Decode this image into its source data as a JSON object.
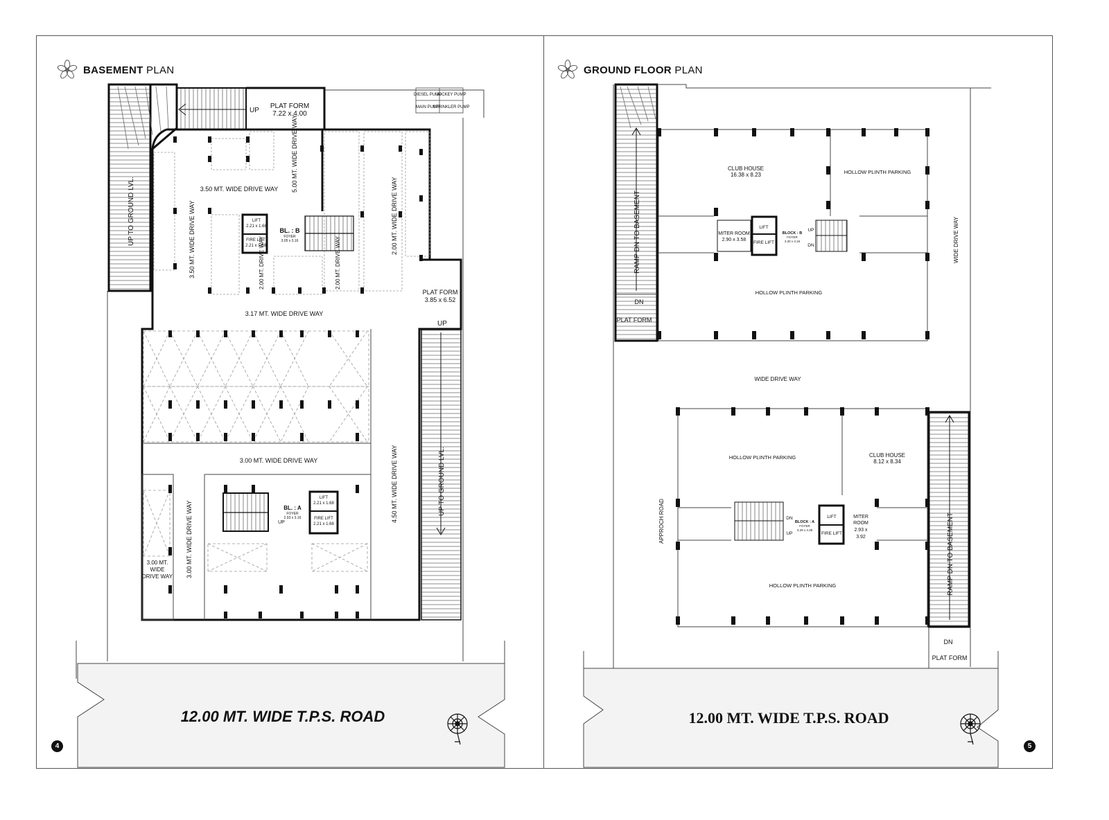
{
  "left_sheet": {
    "title_bold": "BASEMENT",
    "title_light": "PLAN",
    "road": "12.00 MT. WIDE T.P.S. ROAD",
    "page_number": "4",
    "labels": {
      "up_to_ground_left": "UP TO GROUND LVL.",
      "up_top": "UP",
      "platform_top": "PLAT FORM",
      "platform_top_dim": "7.22 x 4.00",
      "diesel_pump": "DIESEL PUMP",
      "jockey_pump": "JOCKEY PUMP",
      "main_pump": "MAIN PUMP",
      "sprinkler_pump": "SPRINKLER PUMP",
      "drive_350_top": "3.50 MT. WIDE DRIVE WAY",
      "drive_500": "5.00 MT. WIDE DRIVE WAY",
      "drive_350_left": "3.50 MT. WIDE DRIVE WAY",
      "drive_200_right": "2.00 MT. WIDE DRIVE WAY",
      "lift_b": "LIFT",
      "lift_b_dim": "2.21 x 1.68",
      "fire_lift_b": "FIRE LIFT",
      "fire_lift_b_dim": "2.21 x 1.68",
      "bl_b": "BL. : B",
      "foyer_b": "FOYER",
      "foyer_b_dim": "3.05 x 3.16",
      "drive_200_a": "2.00 MT. DRIVE WAY",
      "drive_200_b": "2.00 MT. DRIVE WAY",
      "platform_right": "PLAT FORM",
      "platform_right_dim": "3.85 x 6.52",
      "drive_317": "3.17 MT. WIDE DRIVE WAY",
      "up_right": "UP",
      "up_to_ground_right": "UP TO GROUND LVL.",
      "drive_300_mid": "3.00 MT. WIDE DRIVE WAY",
      "drive_450": "4.50 MT. WIDE DRIVE WAY",
      "drive_300_vert": "3.00 MT. WIDE DRIVE WAY",
      "drive_300_small_1": "3.00 MT.",
      "drive_300_small_2": "WIDE",
      "drive_300_small_3": "DRIVE WAY",
      "bl_a": "BL. : A",
      "foyer_a": "FOYER",
      "foyer_a_dim": "2.93 x 3.16",
      "up_a": "UP",
      "lift_a": "LIFT",
      "lift_a_dim": "2.21 x 1.68",
      "fire_lift_a": "FIRE LIFT",
      "fire_lift_a_dim": "2.21 x 1.68"
    }
  },
  "right_sheet": {
    "title_bold": "GROUND FLOOR",
    "title_light": "PLAN",
    "road": "12.00 MT. WIDE T.P.S. ROAD",
    "page_number": "5",
    "labels": {
      "ramp_left": "RAMP DN TO BASEMENT",
      "dn_left": "DN",
      "platform_left": "PLAT FORM",
      "club_house_b": "CLUB HOUSE",
      "club_house_b_dim": "16.38 x 8.23",
      "hollow_top_right": "HOLLOW PLINTH PARKING",
      "wide_drive_vert": "WIDE DRIVE WAY",
      "miter_room_b": "MITER ROOM",
      "miter_room_b_dim": "2.90 x 3.58",
      "lift_b": "LIFT",
      "fire_lift_b": "FIRE LIFT",
      "block_b": "BLOCK : B",
      "foyer_b": "FOYER",
      "foyer_b_dim": "3.30 x 3.16",
      "up_b": "UP",
      "dn_b": "DN",
      "hollow_top_bottom": "HOLLOW PLINTH PARKING",
      "wide_drive_horiz": "WIDE DRIVE WAY",
      "hollow_lower_left": "HOLLOW PLINTH PARKING",
      "club_house_a": "CLUB HOUSE",
      "club_house_a_dim": "8.12 x 8.34",
      "approach_road": "APPROCH ROAD",
      "dn_a": "DN",
      "up_a": "UP",
      "block_a": "BLOCK : A",
      "foyer_a": "FOYER",
      "foyer_a_dim": "3.29 x 4.38",
      "lift_a": "LIFT",
      "fire_lift_a": "FIRE LIFT",
      "miter_room_a_1": "MITER",
      "miter_room_a_2": "ROOM",
      "miter_room_a_3": "2.93 x",
      "miter_room_a_4": "3.92",
      "hollow_lower_bottom": "HOLLOW PLINTH PARKING",
      "ramp_right": "RAMP DN TO BASEMENT",
      "dn_right": "DN",
      "platform_right": "PLAT FORM"
    }
  },
  "colors": {
    "wall": "#111111",
    "thin": "#555555",
    "dash": "#9a9a9a",
    "accent_red": "#cc2222"
  },
  "icons": [
    "flower-logo-icon",
    "north-compass-icon"
  ]
}
